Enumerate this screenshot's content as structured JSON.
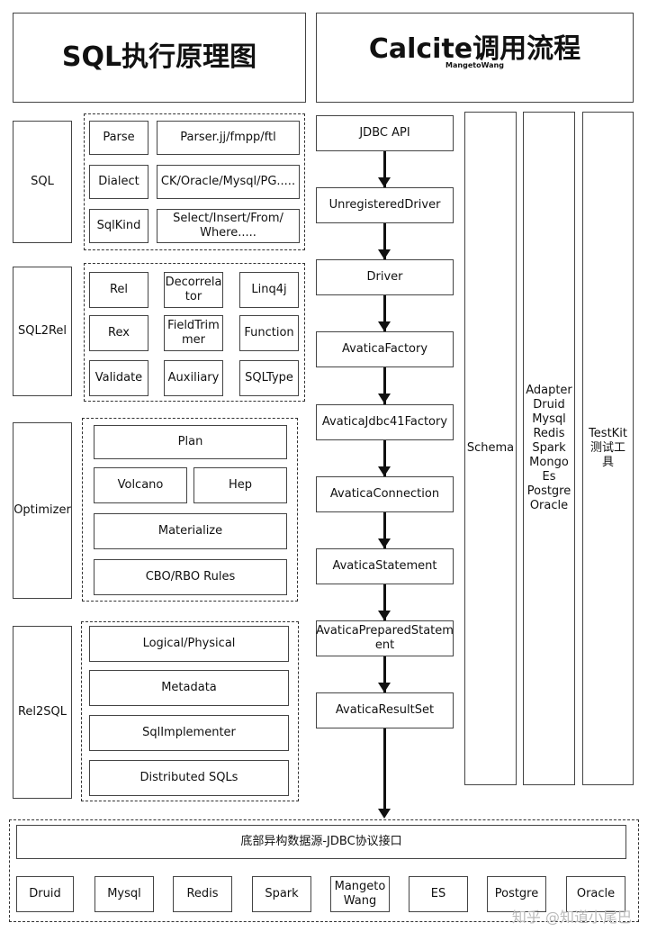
{
  "header": {
    "left_title": "SQL执行原理图",
    "right_title": "Calcite调用流程",
    "right_subtitle": "MangetoWang"
  },
  "left": {
    "sql": {
      "label": "SQL",
      "cells": [
        "Parse",
        "Parser.jj/fmpp/ftl",
        "Dialect",
        "CK/Oracle/Mysql/PG.....",
        "SqlKind",
        "Select/Insert/From/\nWhere....."
      ]
    },
    "sql2rel": {
      "label": "SQL2Rel",
      "cells": [
        "Rel",
        "Decorrela\ntor",
        "Linq4j",
        "Rex",
        "FieldTrim\nmer",
        "Function",
        "Validate",
        "Auxiliary",
        "SQLType"
      ]
    },
    "optimizer": {
      "label": "Optimizer",
      "cells": [
        "Plan",
        "Volcano",
        "Hep",
        "Materialize",
        "CBO/RBO Rules"
      ]
    },
    "rel2sql": {
      "label": "Rel2SQL",
      "cells": [
        "Logical/Physical",
        "Metadata",
        "SqlImplementer",
        "Distributed SQLs"
      ]
    }
  },
  "flow": {
    "steps": [
      "JDBC API",
      "UnregisteredDriver",
      "Driver",
      "AvaticaFactory",
      "AvaticaJdbc41Factory",
      "AvaticaConnection",
      "AvaticaStatement",
      "AvaticaPreparedStatem\nent",
      "AvaticaResultSet"
    ]
  },
  "columns": {
    "schema": "Schema",
    "adapters": "Adapter\nDruid\nMysql\nRedis\nSpark\nMongo\nEs\nPostgre\nOracle",
    "testkit": "TestKit\n测试工具"
  },
  "bottom": {
    "jdbc_label": "底部异构数据源-JDBC协议接口",
    "sources": [
      "Druid",
      "Mysql",
      "Redis",
      "Spark",
      "Mangeto\nWang",
      "ES",
      "Postgre",
      "Oracle"
    ]
  },
  "watermark": "知乎 @知道小尾巴"
}
